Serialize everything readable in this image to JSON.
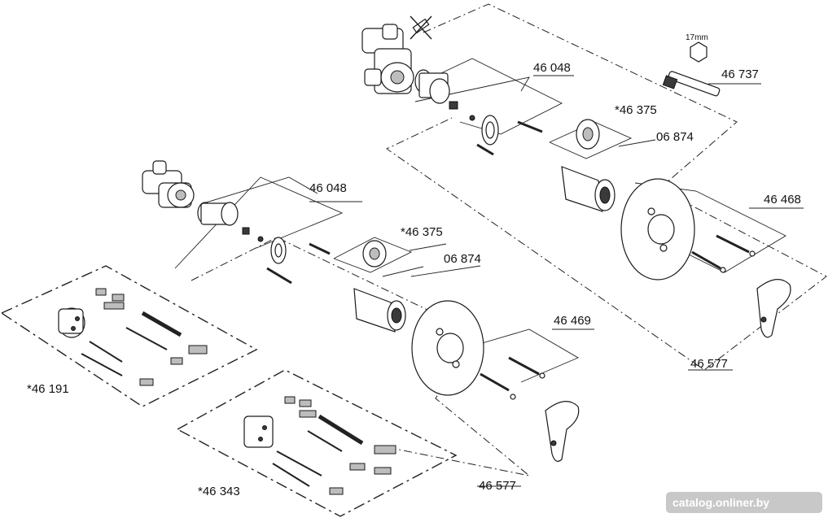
{
  "labels": {
    "upper_cartridge": "46 048",
    "upper_cap": "*46 375",
    "upper_sleeve": "06 874",
    "spindle": "46 737",
    "spindle_size": "17mm",
    "upper_plate": "46 468",
    "upper_handle": "46 577",
    "lower_cartridge": "46 048",
    "lower_cap": "*46 375",
    "lower_sleeve": "06 874",
    "lower_plate": "46 469",
    "lower_handle": "46 577",
    "kit_left": "*46 191",
    "kit_bottom": "*46 343"
  },
  "watermark": "catalog.onliner.by",
  "icons": [
    "crossed-out-tool-icon",
    "hex-nut-icon"
  ]
}
